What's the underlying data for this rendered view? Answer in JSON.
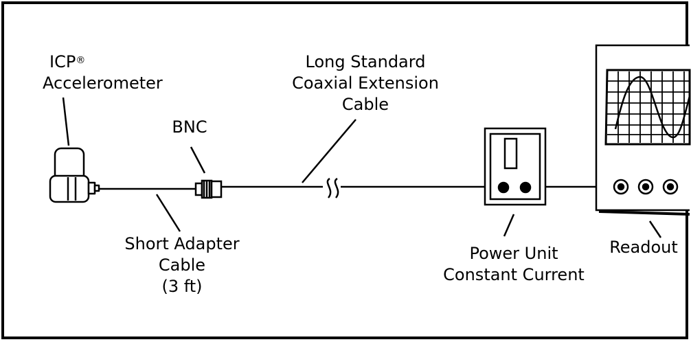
{
  "colors": {
    "line": "#000000",
    "background": "#ffffff"
  },
  "labels": {
    "accelerometer": {
      "line1": "ICP",
      "mark": "®",
      "line2": "Accelerometer"
    },
    "bnc": "BNC",
    "extension_cable": [
      "Long Standard",
      "Coaxial Extension",
      "Cable"
    ],
    "adapter_cable": [
      "Short Adapter",
      "Cable",
      "(3 ft)"
    ],
    "power_unit": [
      "Power Unit",
      "Constant Current"
    ],
    "readout": "Readout"
  },
  "icons": {
    "accelerometer": "accelerometer-icon",
    "bnc": "bnc-connector-icon",
    "break": "cable-break-icon",
    "power_unit": "power-unit-icon",
    "readout": "oscilloscope-icon"
  }
}
